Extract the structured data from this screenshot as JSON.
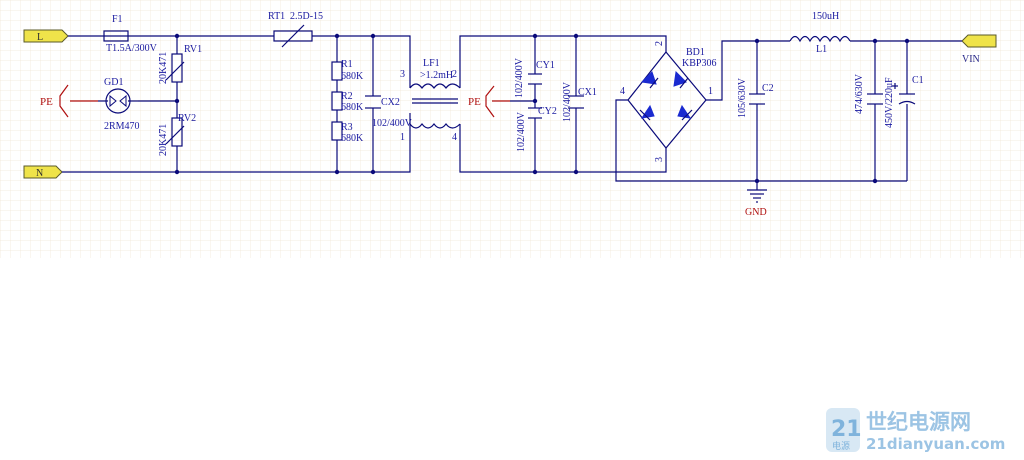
{
  "schematic": {
    "ports": {
      "line": "L",
      "neutral": "N",
      "output": "VIN"
    },
    "earth_left": "PE",
    "earth_mid": "PE",
    "ground": "GND",
    "F1": {
      "ref": "F1",
      "value": "T1.5A/300V"
    },
    "RT1": {
      "ref": "RT1",
      "value": "2.5D-15"
    },
    "RV1": {
      "ref": "RV1",
      "value": "20K471"
    },
    "RV2": {
      "ref": "RV2",
      "value": "20K471"
    },
    "GD1": {
      "ref": "GD1",
      "value": "2RM470"
    },
    "R1": {
      "ref": "R1",
      "value": "680K"
    },
    "R2": {
      "ref": "R2",
      "value": "680K"
    },
    "R3": {
      "ref": "R3",
      "value": "680K"
    },
    "CX2": {
      "ref": "CX2",
      "value": "102/400V"
    },
    "LF1": {
      "ref": "LF1",
      "value": ">1.2mH",
      "pins": [
        "3",
        "1",
        "2",
        "4"
      ]
    },
    "CY1": {
      "ref": "CY1",
      "value": "102/400V"
    },
    "CY2": {
      "ref": "CY2",
      "value": "102/400V"
    },
    "CX1": {
      "ref": "CX1",
      "value": "102/400V"
    },
    "BD1": {
      "ref": "BD1",
      "value": "KBP306",
      "pins": [
        "2",
        "4",
        "1",
        "3"
      ]
    },
    "C2": {
      "ref": "C2",
      "value": "105/630V"
    },
    "L1": {
      "ref": "L1",
      "value": "150uH"
    },
    "C3": {
      "value": "474/630V"
    },
    "C1": {
      "ref": "C1",
      "value": "450V/220uF"
    }
  },
  "watermark": {
    "number": "21",
    "sub": "电源",
    "cn": "世纪电源网",
    "url": "21dianyuan.com"
  }
}
